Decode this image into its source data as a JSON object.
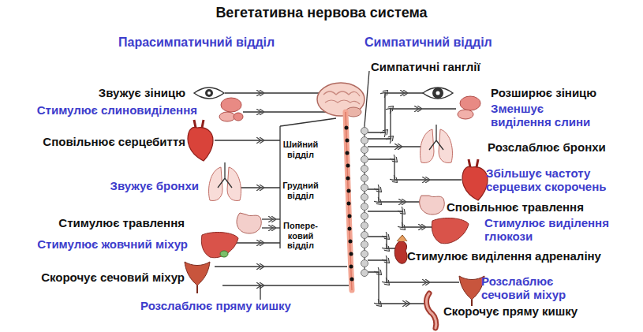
{
  "diagram": {
    "title": "Вегетативна нервова система",
    "labels": [
      "Парасимпатичний відділ",
      "Симпатичний відділ",
      "Симпатичні ганглії",
      "Звужує зіницю",
      "Розширює зіницю",
      "Стимулює слиновиділення",
      "Зменшує виділення слини",
      "Сповільнює серцебиття",
      "Розслаблює бронхи",
      "Шийний відділ",
      "Збільшує частоту серцевих скорочень",
      "Грудний відділ",
      "Звужує бронхи",
      "Сповільнює травлення",
      "Стимулює травлення",
      "Попере- ковий відділ",
      "Стимулює виділення глюкози",
      "Стимулює жовчний міхур",
      "Стимулює виділення адреналіну",
      "Скорочує сечовий міхур",
      "Розслаблює сечовий міхур",
      "Розслаблює пряму кишку",
      "Скорочує пряму кишку"
    ]
  }
}
